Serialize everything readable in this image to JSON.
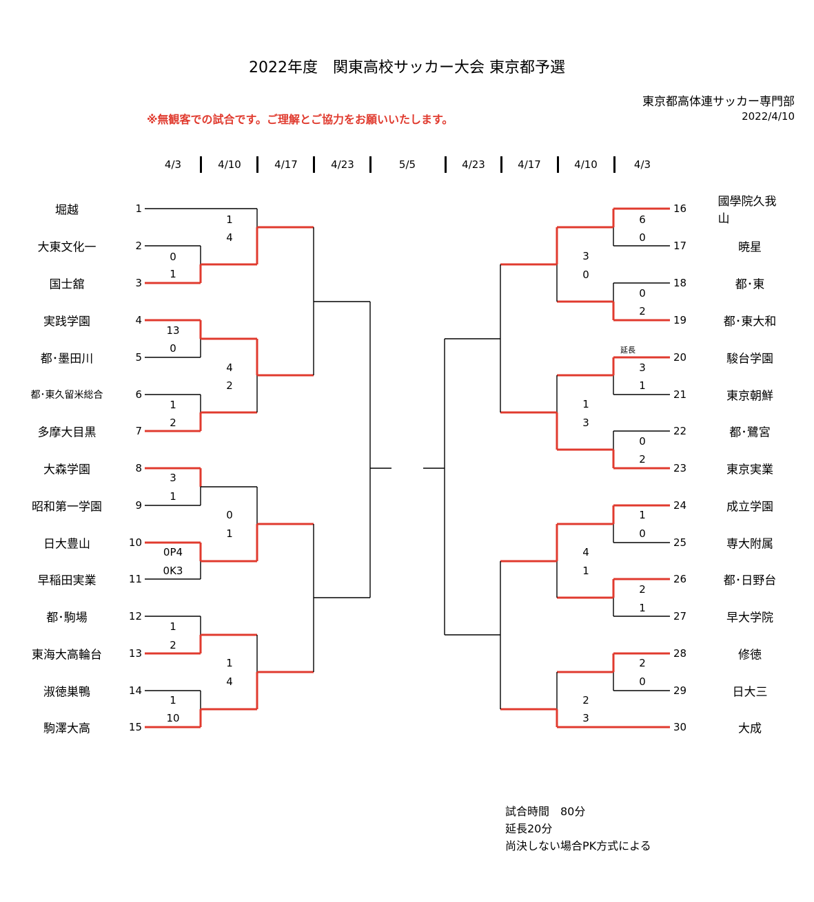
{
  "header": {
    "title": "2022年度　関東高校サッカー大会 東京都予選",
    "organizer": "東京都高体連サッカー専門部",
    "date": "2022/4/10",
    "notice": "※無観客での試合です。ご理解とご協力をお願いいたします。"
  },
  "rounds": [
    "4/3",
    "4/10",
    "4/17",
    "4/23",
    "5/5",
    "4/23",
    "4/17",
    "4/10",
    "4/3"
  ],
  "colors": {
    "winner": "#e03a2e",
    "line": "#000000"
  },
  "teams": [
    {
      "no": "1",
      "name": "堀越"
    },
    {
      "no": "2",
      "name": "大東文化一"
    },
    {
      "no": "3",
      "name": "国士舘"
    },
    {
      "no": "4",
      "name": "実践学園"
    },
    {
      "no": "5",
      "name": "都･墨田川"
    },
    {
      "no": "6",
      "name": "都･東久留米総合"
    },
    {
      "no": "7",
      "name": "多摩大目黒"
    },
    {
      "no": "8",
      "name": "大森学園"
    },
    {
      "no": "9",
      "name": "昭和第一学園"
    },
    {
      "no": "10",
      "name": "日大豊山"
    },
    {
      "no": "11",
      "name": "早稲田実業"
    },
    {
      "no": "12",
      "name": "都･駒場"
    },
    {
      "no": "13",
      "name": "東海大高輪台"
    },
    {
      "no": "14",
      "name": "淑徳巣鴨"
    },
    {
      "no": "15",
      "name": "駒澤大高"
    },
    {
      "no": "16",
      "name": "國學院久我山"
    },
    {
      "no": "17",
      "name": "暁星"
    },
    {
      "no": "18",
      "name": "都･東"
    },
    {
      "no": "19",
      "name": "都･東大和"
    },
    {
      "no": "20",
      "name": "駿台学園"
    },
    {
      "no": "21",
      "name": "東京朝鮮"
    },
    {
      "no": "22",
      "name": "都･鷺宮"
    },
    {
      "no": "23",
      "name": "東京実業"
    },
    {
      "no": "24",
      "name": "成立学園"
    },
    {
      "no": "25",
      "name": "専大附属"
    },
    {
      "no": "26",
      "name": "都･日野台"
    },
    {
      "no": "27",
      "name": "早大学院"
    },
    {
      "no": "28",
      "name": "修徳"
    },
    {
      "no": "29",
      "name": "日大三"
    },
    {
      "no": "30",
      "name": "大成"
    }
  ],
  "scores": {
    "l_r1_2_3": [
      "0",
      "1"
    ],
    "l_r1_4_5": [
      "13",
      "0"
    ],
    "l_r1_6_7": [
      "1",
      "2"
    ],
    "l_r1_8_9": [
      "3",
      "1"
    ],
    "l_r1_10_11": [
      "0P4",
      "0K3"
    ],
    "l_r1_12_13": [
      "1",
      "2"
    ],
    "l_r1_14_15": [
      "1",
      "10"
    ],
    "l_r2_a": [
      "1",
      "4"
    ],
    "l_r2_b": [
      "4",
      "2"
    ],
    "l_r2_c": [
      "0",
      "1"
    ],
    "l_r2_d": [
      "1",
      "4"
    ],
    "r_r1_16_17": [
      "6",
      "0"
    ],
    "r_r1_18_19": [
      "0",
      "2"
    ],
    "r_r1_20_21": [
      "3",
      "1"
    ],
    "r_r1_22_23": [
      "0",
      "2"
    ],
    "r_r1_24_25": [
      "1",
      "0"
    ],
    "r_r1_26_27": [
      "2",
      "1"
    ],
    "r_r1_28_29": [
      "2",
      "0"
    ],
    "r_r2_a": [
      "3",
      "0"
    ],
    "r_r2_b": [
      "1",
      "3"
    ],
    "r_r2_c": [
      "4",
      "1"
    ],
    "r_r2_d": [
      "2",
      "3"
    ]
  },
  "annotations": {
    "extra_time": "延長"
  },
  "footer": {
    "line1": "試合時間　80分",
    "line2": "延長20分",
    "line3": "尚決しない場合PK方式による"
  }
}
